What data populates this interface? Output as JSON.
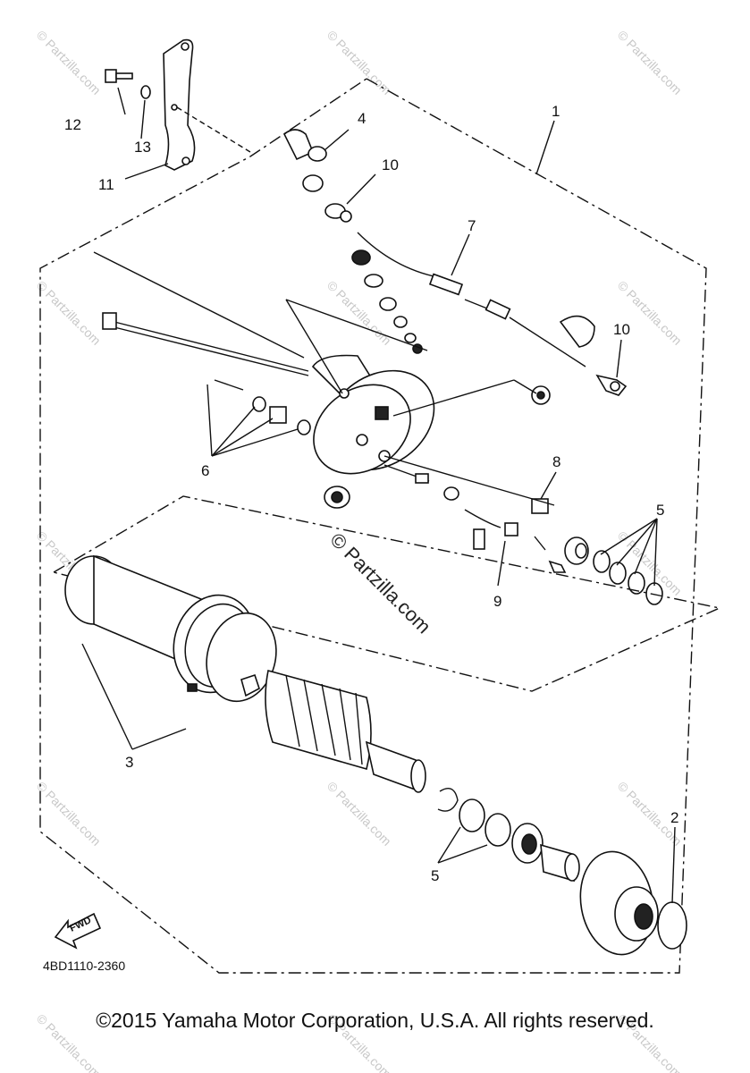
{
  "callouts": {
    "c1": "1",
    "c2": "2",
    "c3": "3",
    "c4": "4",
    "c5a": "5",
    "c5b": "5",
    "c6": "6",
    "c7": "7",
    "c8": "8",
    "c9": "9",
    "c10a": "10",
    "c10b": "10",
    "c11": "11",
    "c12": "12",
    "c13": "13"
  },
  "fwd_label": "FWD",
  "diagram_code": "4BD1110-2360",
  "watermark": {
    "main": "© Partzilla.com",
    "tile": "© Partzilla.com"
  },
  "copyright": "©2015  Yamaha Motor Corporation, U.S.A. All rights reserved."
}
